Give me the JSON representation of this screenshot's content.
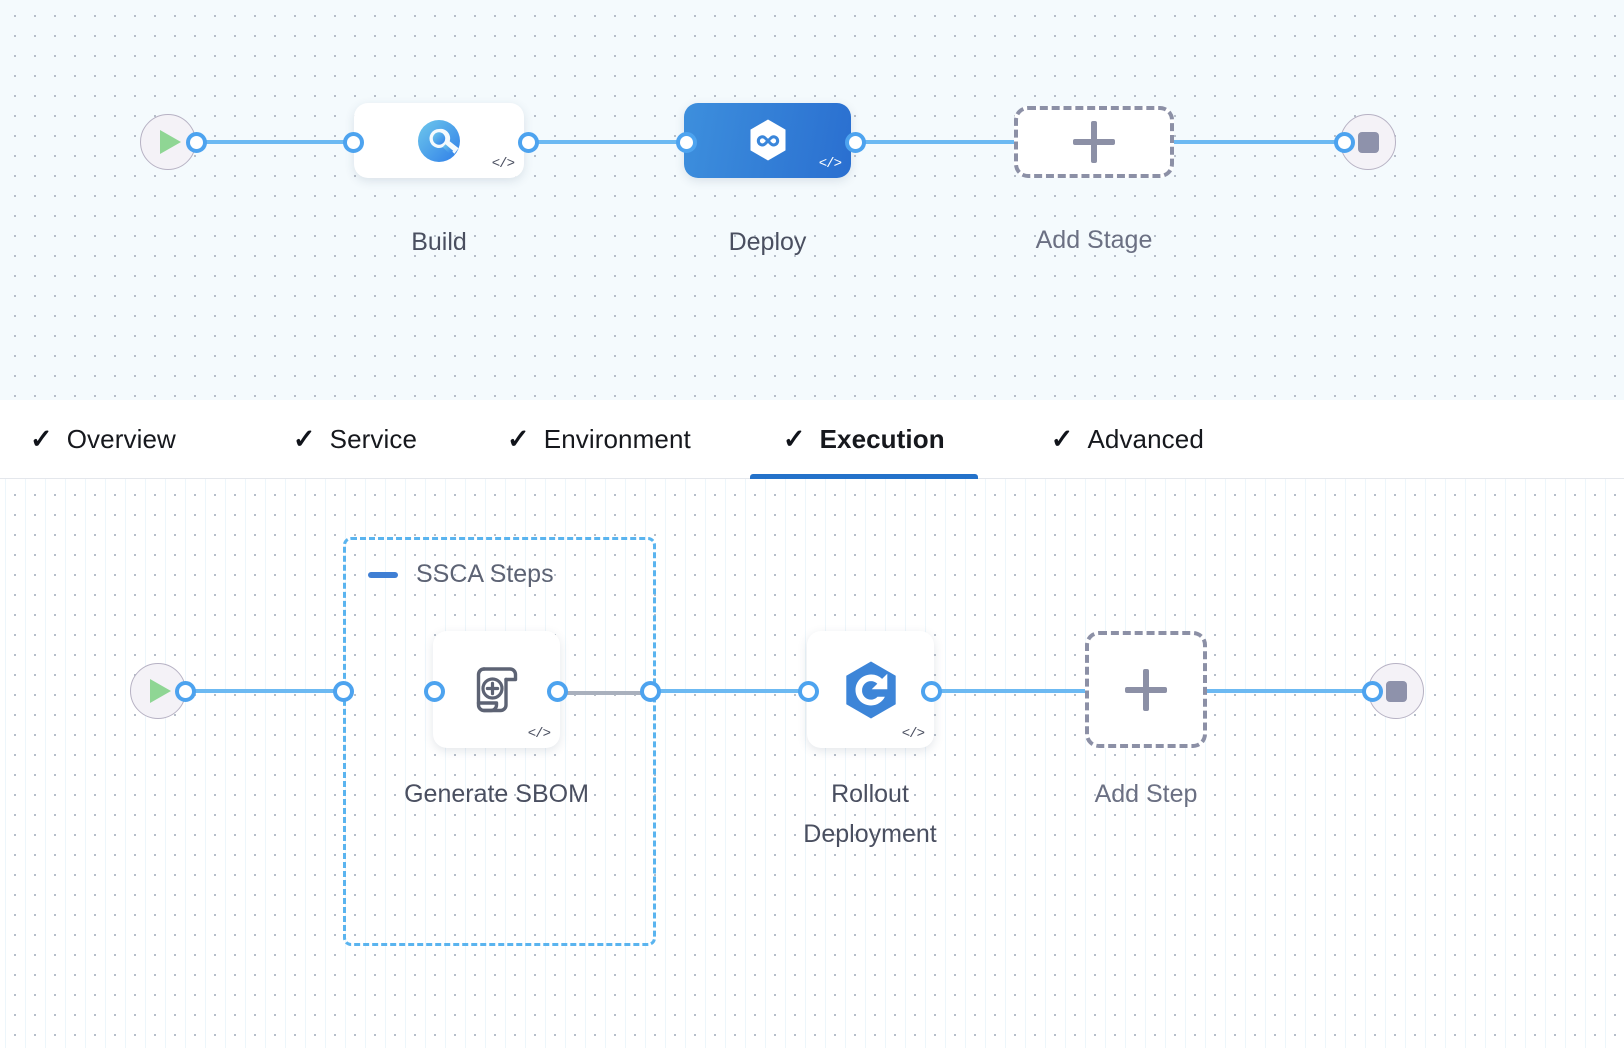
{
  "stage_canvas": {
    "name": "pipeline-stage-canvas",
    "start_node": {
      "icon": "play-icon",
      "label": ""
    },
    "end_node": {
      "icon": "stop-icon",
      "label": ""
    },
    "stages": [
      {
        "id": "build",
        "label": "Build",
        "icon": "build-search-icon",
        "code_badge": "</>",
        "selected": false
      },
      {
        "id": "deploy",
        "label": "Deploy",
        "icon": "deploy-hexagon-infinity-icon",
        "code_badge": "</>",
        "selected": true
      }
    ],
    "add_stage": {
      "label": "Add Stage",
      "icon": "plus-icon"
    }
  },
  "tabs": {
    "name": "stage-config-tabs",
    "check_glyph": "✓",
    "items": [
      {
        "id": "overview",
        "label": "Overview",
        "active": false,
        "completed": true
      },
      {
        "id": "service",
        "label": "Service",
        "active": false,
        "completed": true
      },
      {
        "id": "environment",
        "label": "Environment",
        "active": false,
        "completed": true
      },
      {
        "id": "execution",
        "label": "Execution",
        "active": true,
        "completed": true
      },
      {
        "id": "advanced",
        "label": "Advanced",
        "active": false,
        "completed": true
      }
    ]
  },
  "step_canvas": {
    "name": "execution-steps-canvas",
    "start_node": {
      "icon": "play-icon"
    },
    "end_node": {
      "icon": "stop-icon"
    },
    "group": {
      "id": "ssca-steps",
      "title": "SSCA Steps",
      "collapse_icon": "minus-icon",
      "expanded": true
    },
    "steps": [
      {
        "id": "generate-sbom",
        "label": "Generate SBOM",
        "icon": "sbom-scroll-plus-icon",
        "code_badge": "</>",
        "in_group": true
      },
      {
        "id": "rollout-deployment",
        "label_line1": "Rollout",
        "label_line2": "Deployment",
        "label": "Rollout Deployment",
        "icon": "rollout-hexagon-refresh-icon",
        "code_badge": "</>",
        "in_group": false
      }
    ],
    "add_step": {
      "label": "Add Step",
      "icon": "plus-icon"
    }
  },
  "colors": {
    "accent_blue": "#2472ca",
    "wire_blue": "#6cb9f2",
    "port_blue": "#4da3ef",
    "group_border": "#5ab4ef",
    "deploy_gradient_from": "#3d8fdd",
    "deploy_gradient_to": "#2a6fd0",
    "play_green": "#8fd694",
    "stop_gray": "#8e92ab",
    "canvas_top_bg": "#f4fafd",
    "canvas_bottom_bg": "#ffffff"
  }
}
